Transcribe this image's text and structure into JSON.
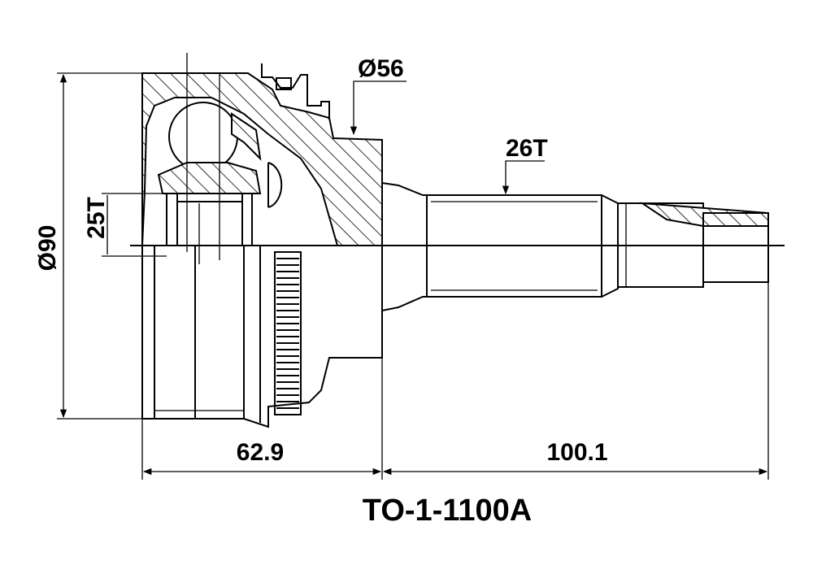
{
  "drawing": {
    "part_number": "TO-1-1100A",
    "dimensions": {
      "outer_diameter": "Ø90",
      "inner_spline": "25T",
      "shaft_diameter": "Ø56",
      "outer_spline": "26T",
      "length_left": "62.9",
      "length_right": "100.1"
    }
  }
}
